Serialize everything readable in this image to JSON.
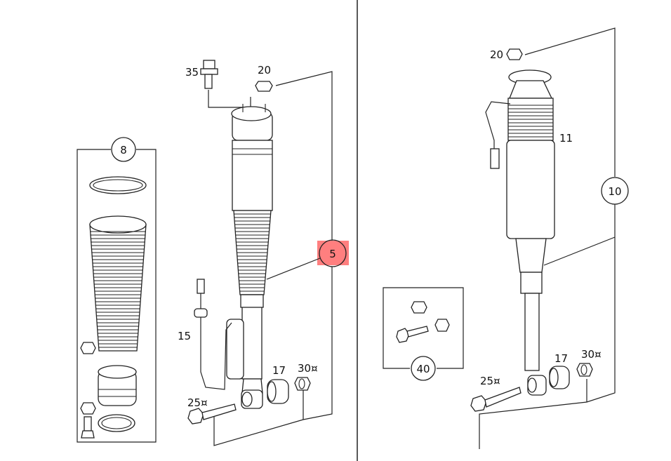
{
  "highlight_color": "#ff7f7f",
  "left_assembly": {
    "callouts": {
      "bolt_top": "35",
      "nut_top": "20",
      "kit": "8",
      "sensor": "15",
      "bushing": "17",
      "nut_bottom": "30¤",
      "bolt_bottom": "25¤",
      "strut": "5"
    }
  },
  "right_assembly": {
    "callouts": {
      "nut_top": "20",
      "air_spring": "11",
      "strut": "10",
      "kit": "40",
      "bolt_bottom": "25¤",
      "bushing": "17",
      "nut_bottom": "30¤"
    }
  }
}
